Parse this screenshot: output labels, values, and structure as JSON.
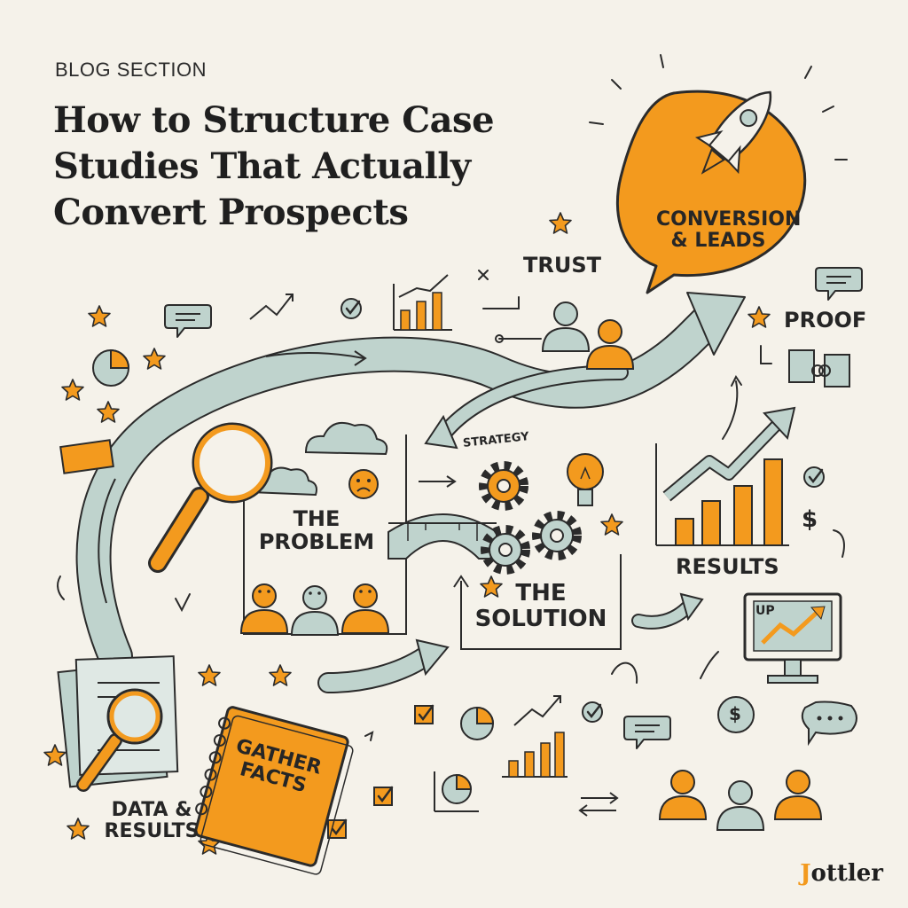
{
  "header": {
    "eyebrow": "BLOG SECTION",
    "title_lines": [
      "How to Structure Case",
      "Studies That Actually",
      "Convert Prospects"
    ]
  },
  "labels": {
    "conversion_line1": "CONVERSION",
    "conversion_line2": "& LEADS",
    "trust": "TRUST",
    "proof": "PROOF",
    "strategy": "STRATEGY",
    "problem_line1": "THE",
    "problem_line2": "PROBLEM",
    "solution_line1": "THE",
    "solution_line2": "SOLUTION",
    "results": "RESULTS",
    "monitor_up": "UP",
    "notebook_line1": "GATHER",
    "notebook_line2": "FACTS",
    "data_line1": "DATA &",
    "data_line2": "RESULTS",
    "dollar": "$"
  },
  "brand": {
    "initial": "J",
    "rest": "ottler"
  },
  "colors": {
    "background": "#f5f2ea",
    "orange": "#f39a1e",
    "sage": "#bfd3cd",
    "ink": "#2b2b2b"
  },
  "icons": [
    "rocket-icon",
    "magnifier-icon",
    "gear-icon",
    "lightbulb-icon",
    "bridge-icon",
    "cloud-icon",
    "people-icon",
    "star-icon",
    "chat-bubble-icon",
    "bar-chart-icon",
    "pie-chart-icon",
    "monitor-icon",
    "notebook-icon",
    "document-icon",
    "check-icon",
    "dollar-icon",
    "trend-arrow-icon"
  ]
}
